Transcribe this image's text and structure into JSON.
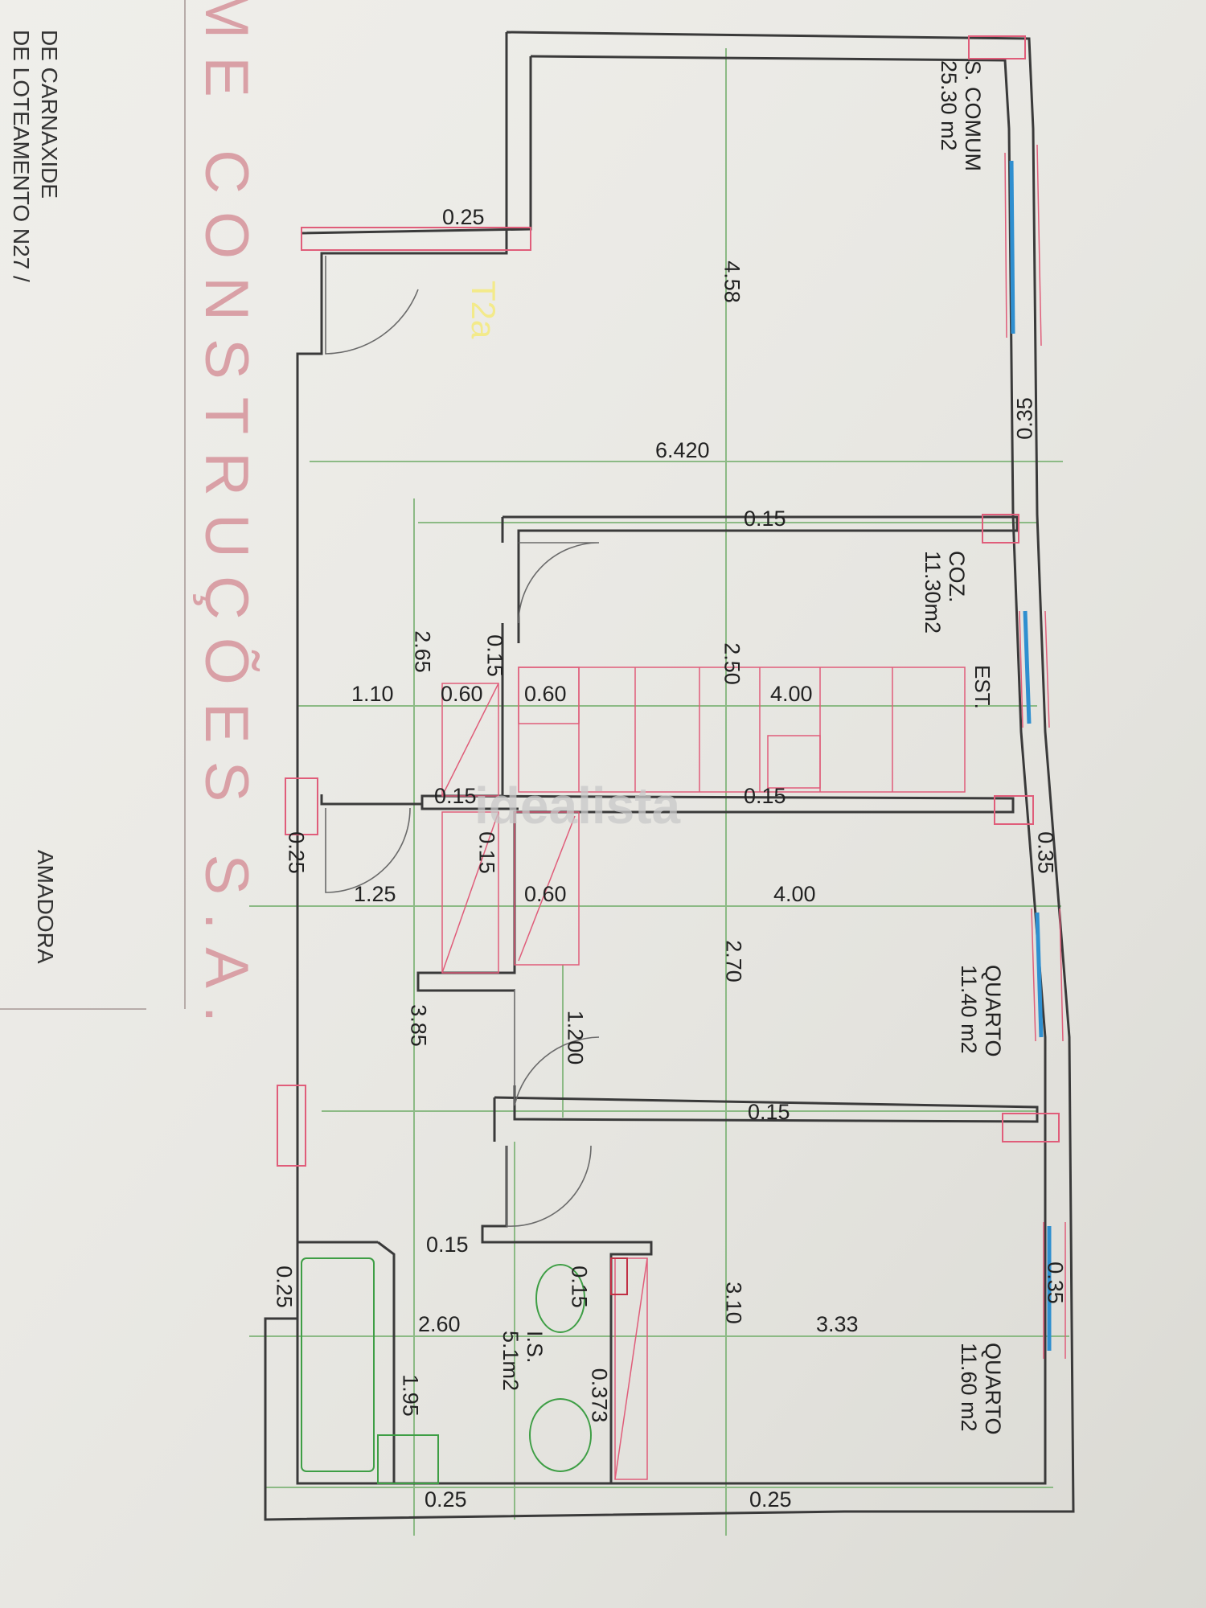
{
  "header": {
    "company": "ME CONSTRUÇÕES S.A.",
    "line_1": "DE CARNAXIDE",
    "line_2": "DE LOTEAMENTO N27 /",
    "place": "AMADORA"
  },
  "watermark": "idealista",
  "unit_label": "T2a",
  "rooms": {
    "common": {
      "name": "S. COMUM",
      "area": "25.30 m2"
    },
    "kitchen": {
      "name": "COZ.",
      "area": "11.30m2"
    },
    "storage": {
      "name": "EST."
    },
    "bedroom_1": {
      "name": "QUARTO",
      "area": "11.40 m2"
    },
    "bathroom": {
      "name": "I.S.",
      "area": "5.1m2"
    },
    "bedroom_2": {
      "name": "QUARTO",
      "area": "11.60 m2"
    }
  },
  "dimensions": {
    "top_ledge": "0.25",
    "living_length": "4.58",
    "right_wall_1": "0.35",
    "total_width": "6.420",
    "kitchen_wall": "0.15",
    "hall_length": "2.65",
    "pantry_wall": "0.15",
    "kitchen_length": "2.50",
    "hall_width_1": "1.10",
    "pantry_width": "0.60",
    "cabinet_width": "0.60",
    "kitchen_width": "4.00",
    "hall_wall": "0.15",
    "kitchen_wall_2": "0.15",
    "left_wall_1": "0.25",
    "closet_wall": "0.15",
    "right_wall_2": "0.35",
    "hall_width_2": "1.25",
    "wardrobe_width": "0.60",
    "bedroom_1_width": "4.00",
    "bedroom_1_length": "2.70",
    "hall_length_2": "3.85",
    "door_width": "1.200",
    "bedroom_wall": "0.15",
    "bath_wall": "0.15",
    "bath_partition": "0.15",
    "left_wall_2": "0.25",
    "bath_width": "2.60",
    "bedroom_2_length": "3.10",
    "bedroom_2_width": "3.33",
    "right_wall_3": "0.35",
    "bath_length": "1.95",
    "shaft": "0.373",
    "bottom_wall_1": "0.25",
    "bottom_wall_2": "0.25"
  },
  "colors": {
    "paper": "#ecebe6",
    "wall": "#3a3a3a",
    "window": "#2f8fd0",
    "window_frame": "#e05d7a",
    "dimension_line": "#7fb07a",
    "fixture": "#3e9e45",
    "company_text": "#d9a0a6",
    "unit_label": "#f3ea8a"
  }
}
